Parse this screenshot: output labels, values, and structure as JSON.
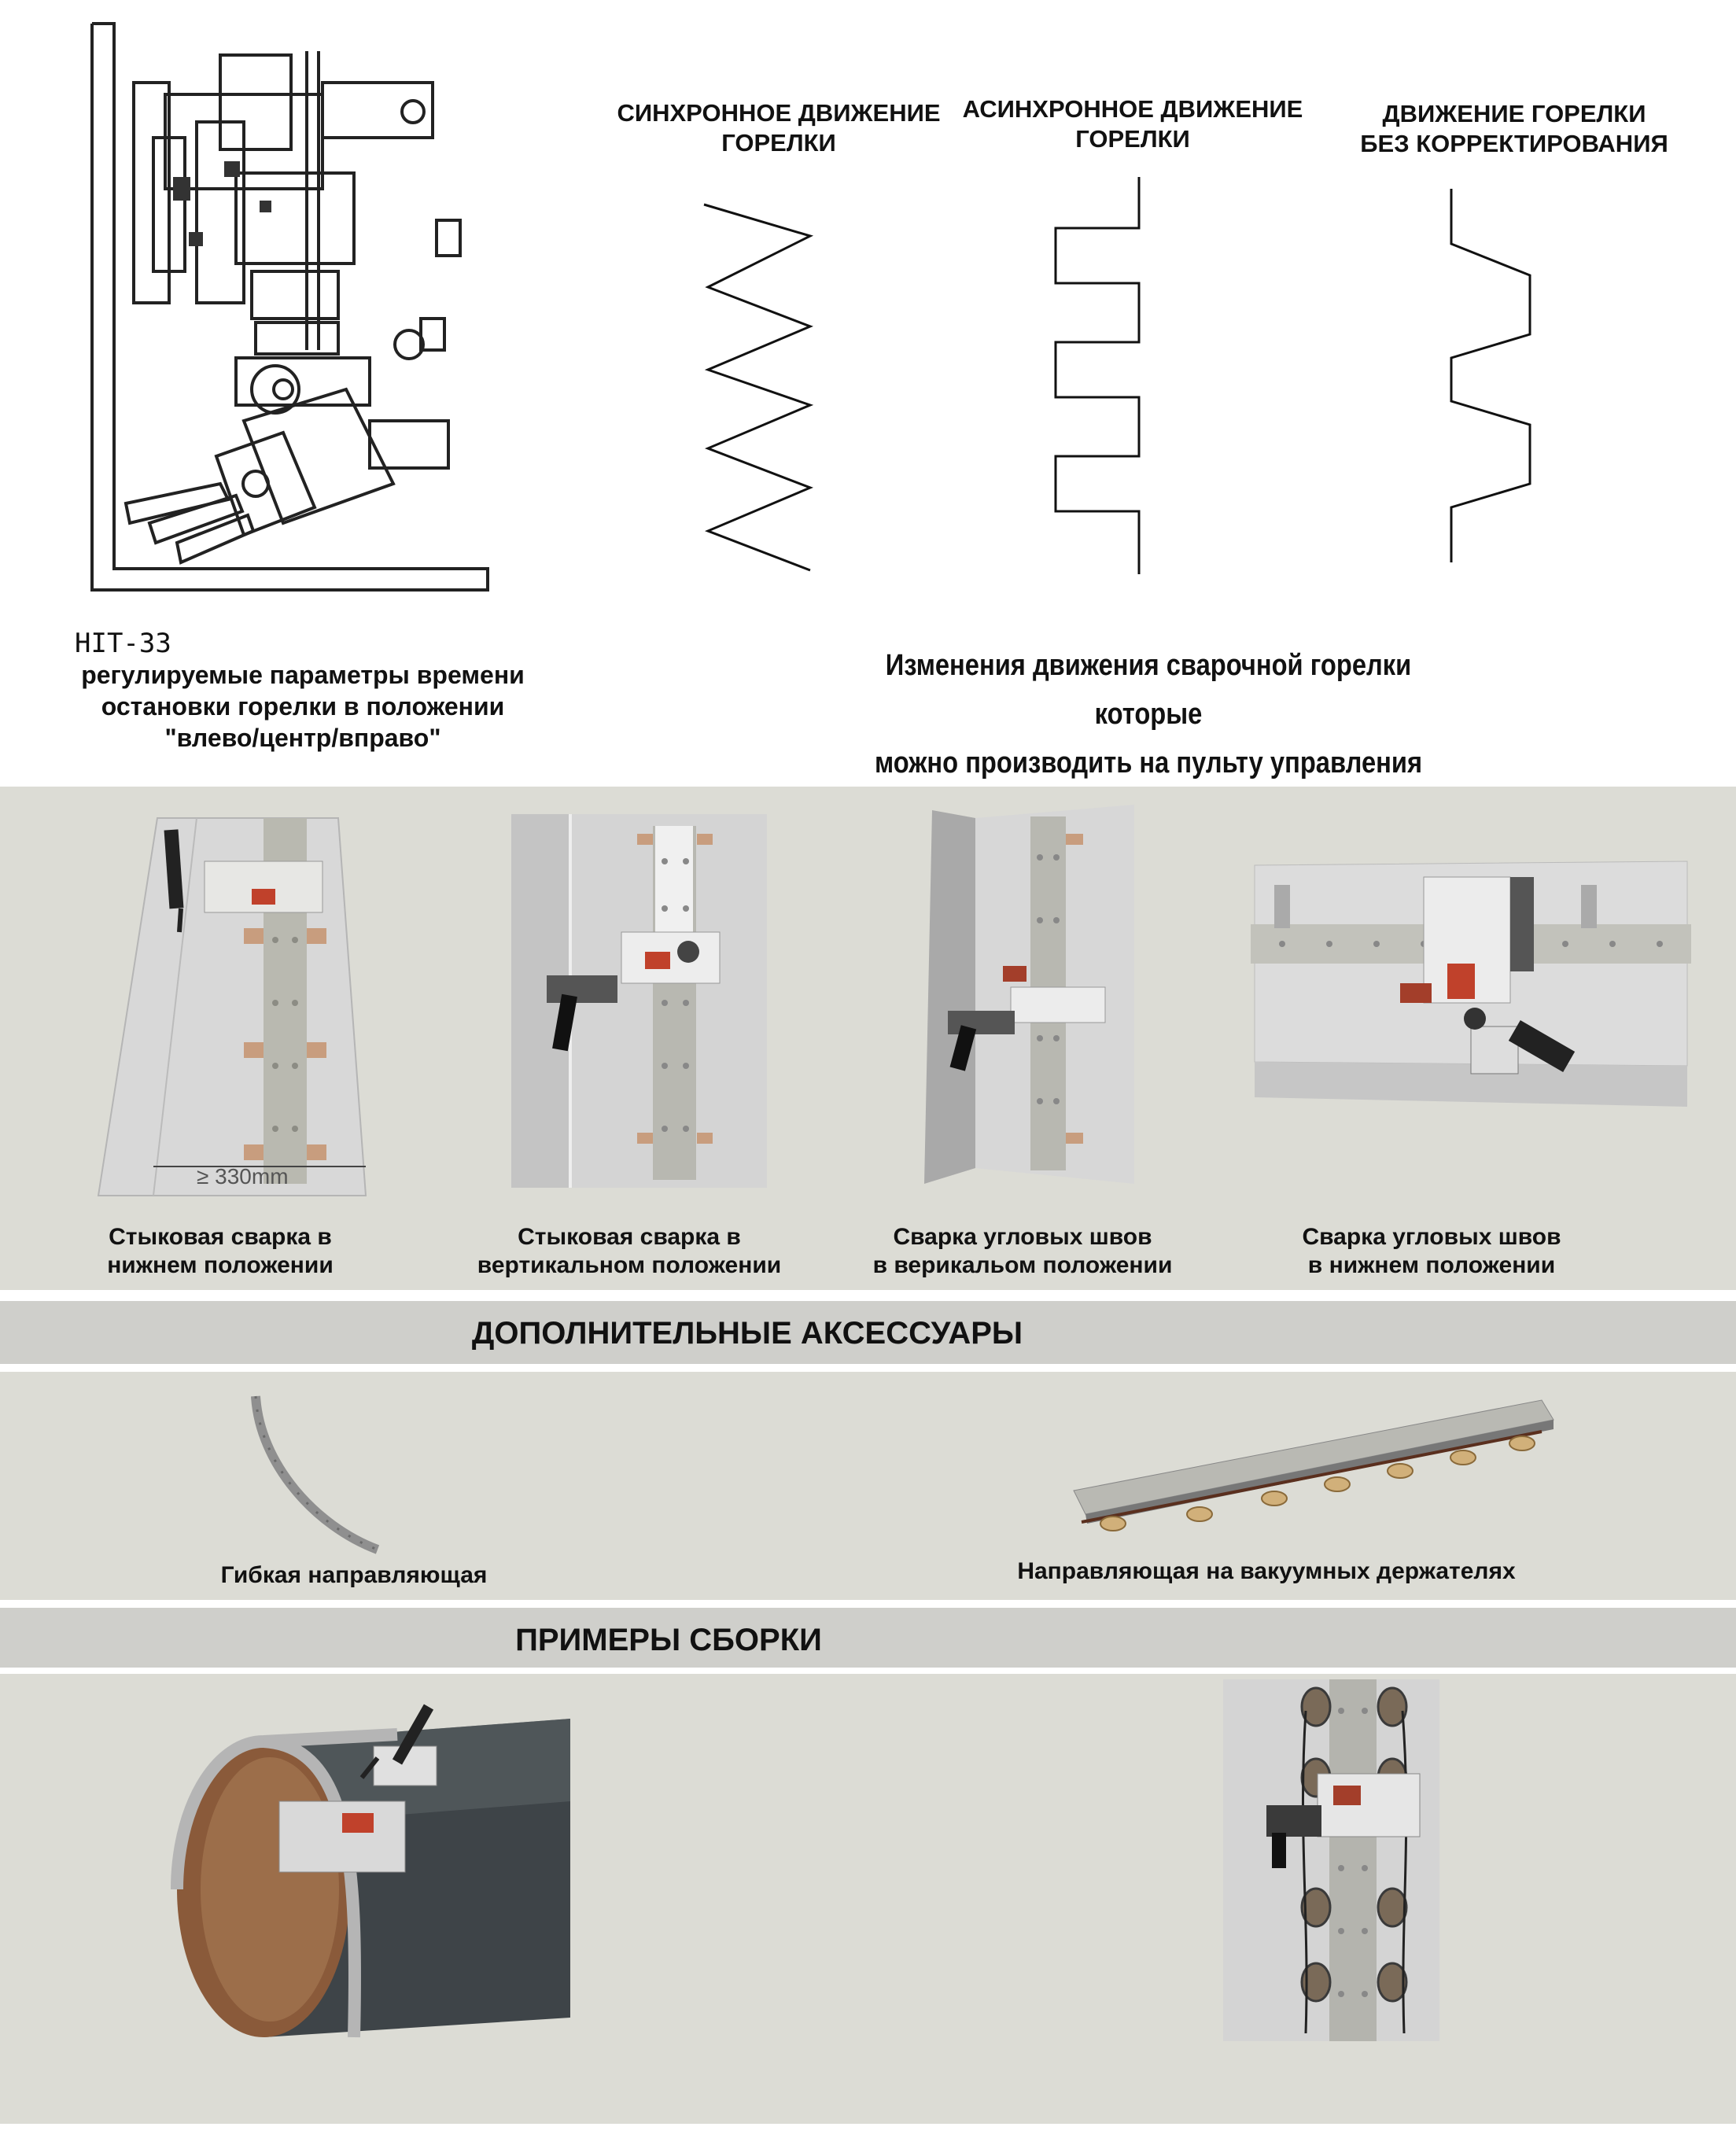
{
  "motion": {
    "sync": {
      "line1": "СИНХРОННОЕ ДВИЖЕНИЕ",
      "line2": "ГОРЕЛКИ"
    },
    "async": {
      "line1": "АСИНХРОННОЕ ДВИЖЕНИЕ",
      "line2": "ГОРЕЛКИ"
    },
    "nocorr": {
      "line1": "ДВИЖЕНИЕ ГОРЕЛКИ",
      "line2": "БЕЗ  КОРРЕКТИРОВАНИЯ"
    },
    "caption_line1": "Изменения  движения сварочной горелки которые",
    "caption_line2": "можно производить на пульту управления"
  },
  "model": {
    "code": "HIT-33",
    "line1": "регулируемые параметры времени",
    "line2": "остановки горелки в положении",
    "line3": "\"влево/центр/вправо\""
  },
  "positions": [
    {
      "line1": "Стыковая сварка в",
      "line2": "нижнем положении"
    },
    {
      "line1": "Стыковая сварка в",
      "line2": "вертикальном положении"
    },
    {
      "line1": "Сварка угловых швов",
      "line2": "в верикальом положении"
    },
    {
      "line1": "Сварка угловых швов",
      "line2": "в нижнем положении"
    }
  ],
  "dimension_label": "≥ 330mm",
  "accessories": {
    "title": "ДОПОЛНИТЕЛЬНЫЕ  АКСЕССУАРЫ",
    "flexible": "Гибкая  направляющая",
    "vacuum": "Направляющая на вакуумных держателях"
  },
  "assembly": {
    "title": "ПРИМЕРЫ   СБОРКИ"
  },
  "colors": {
    "band_gray": "#dcdcd5",
    "bar_gray": "#cfcfcb",
    "text": "#111111"
  }
}
